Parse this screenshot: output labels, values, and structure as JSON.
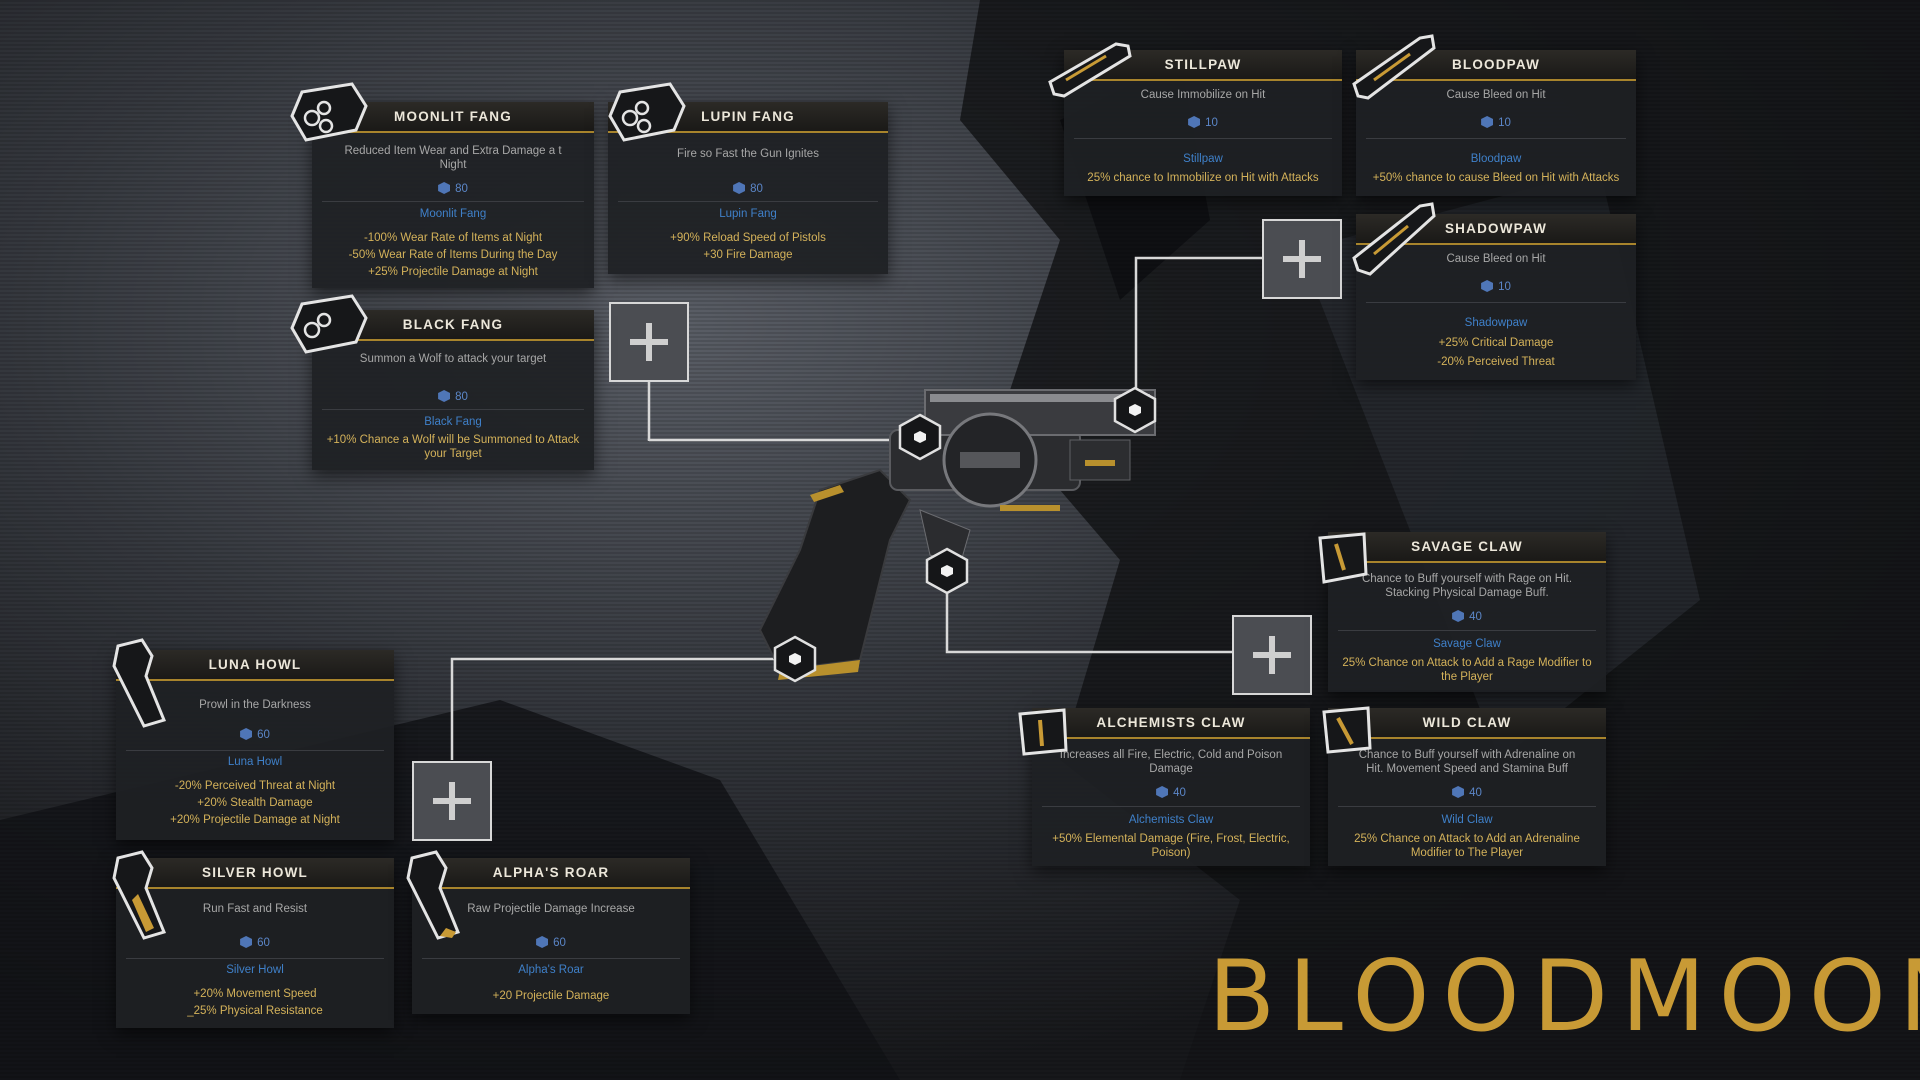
{
  "brand": "BLOODMOON",
  "colors": {
    "accent": "#c89a35",
    "link": "#3f80c9",
    "effect": "#d4b25a",
    "cost": "#5b86c8"
  },
  "cards": {
    "moonlit_fang": {
      "title": "MOONLIT FANG",
      "desc": "Reduced Item Wear and Extra Damage a t Night",
      "cost": "80",
      "name": "Moonlit Fang",
      "effect": "-100% Wear Rate of Items at Night\n-50% Wear Rate of Items During the Day\n+25% Projectile Damage at Night",
      "icon": "cylinder-icon"
    },
    "lupin_fang": {
      "title": "LUPIN FANG",
      "desc": "Fire so Fast the Gun Ignites",
      "cost": "80",
      "name": "Lupin Fang",
      "effect": "+90% Reload Speed of Pistols\n+30 Fire Damage",
      "icon": "cylinder-icon"
    },
    "black_fang": {
      "title": "BLACK FANG",
      "desc": "Summon a Wolf to attack your target",
      "cost": "80",
      "name": "Black Fang",
      "effect": "+10% Chance a Wolf will be Summoned to  Attack your Target",
      "icon": "cylinder-icon"
    },
    "stillpaw": {
      "title": "STILLPAW",
      "desc": "Cause Immobilize on Hit",
      "cost": "10",
      "name": "Stillpaw",
      "effect": "25% chance to Immobilize on Hit with Attacks",
      "icon": "barrel-icon"
    },
    "bloodpaw": {
      "title": "BLOODPAW",
      "desc": "Cause Bleed on Hit",
      "cost": "10",
      "name": "Bloodpaw",
      "effect": "+50% chance to cause Bleed on Hit with Attacks",
      "icon": "barrel-icon"
    },
    "shadowpaw": {
      "title": "SHADOWPAW",
      "desc": "Cause Bleed on Hit",
      "cost": "10",
      "name": "Shadowpaw",
      "effect": "+25% Critical Damage\n-20% Perceived Threat",
      "icon": "barrel-icon"
    },
    "savage_claw": {
      "title": "SAVAGE CLAW",
      "desc": "Chance to Buff yourself with Rage on Hit. Stacking Physical Damage Buff.",
      "cost": "40",
      "name": "Savage Claw",
      "effect": "25% Chance on Attack to Add a Rage Modifier to the Player",
      "icon": "trigger-guard-icon"
    },
    "alchemists_claw": {
      "title": "ALCHEMISTS CLAW",
      "desc": "Increases all Fire, Electric, Cold and Poison Damage",
      "cost": "40",
      "name": "Alchemists Claw",
      "effect": "+50% Elemental Damage (Fire, Frost, Electric, Poison)",
      "icon": "trigger-guard-icon"
    },
    "wild_claw": {
      "title": "WILD CLAW",
      "desc": "Chance to Buff yourself with Adrenaline on Hit. Movement Speed and Stamina Buff",
      "cost": "40",
      "name": "Wild Claw",
      "effect": "25% Chance on Attack to Add an Adrenaline Modifier to The Player",
      "icon": "trigger-guard-icon"
    },
    "luna_howl": {
      "title": "LUNA HOWL",
      "desc": "Prowl in the Darkness",
      "cost": "60",
      "name": "Luna Howl",
      "effect": "-20% Perceived Threat at Night\n+20% Stealth Damage\n+20% Projectile Damage at Night",
      "icon": "grip-icon"
    },
    "silver_howl": {
      "title": "SILVER HOWL",
      "desc": "Run Fast and Resist",
      "cost": "60",
      "name": "Silver Howl",
      "effect": "+20% Movement Speed\n_25% Physical Resistance",
      "icon": "grip-icon"
    },
    "alphas_roar": {
      "title": "ALPHA'S ROAR",
      "desc": "Raw Projectile Damage Increase",
      "cost": "60",
      "name": "Alpha's Roar",
      "effect": "+20 Projectile Damage",
      "icon": "grip-icon"
    }
  }
}
